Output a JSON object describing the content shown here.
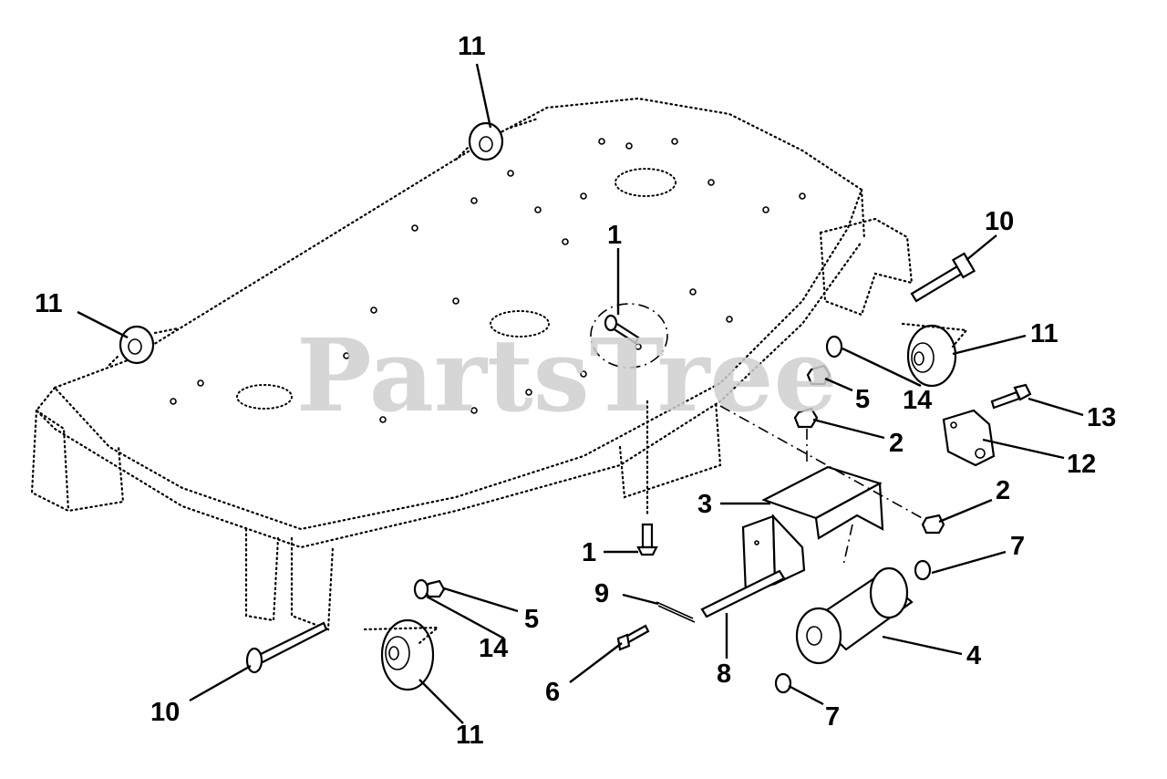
{
  "watermark": "PartsTree",
  "callouts": {
    "c11_top": "11",
    "c11_left": "11",
    "c11_right": "11",
    "c11_bottom": "11",
    "c10_top": "10",
    "c10_bottom": "10",
    "c1_top": "1",
    "c1_mid": "1",
    "c5_right": "5",
    "c5_mid": "5",
    "c14_right": "14",
    "c14_mid": "14",
    "c13": "13",
    "c12": "12",
    "c2_top": "2",
    "c2_right": "2",
    "c3": "3",
    "c7_top": "7",
    "c7_bottom": "7",
    "c4": "4",
    "c9": "9",
    "c8": "8",
    "c6": "6"
  }
}
